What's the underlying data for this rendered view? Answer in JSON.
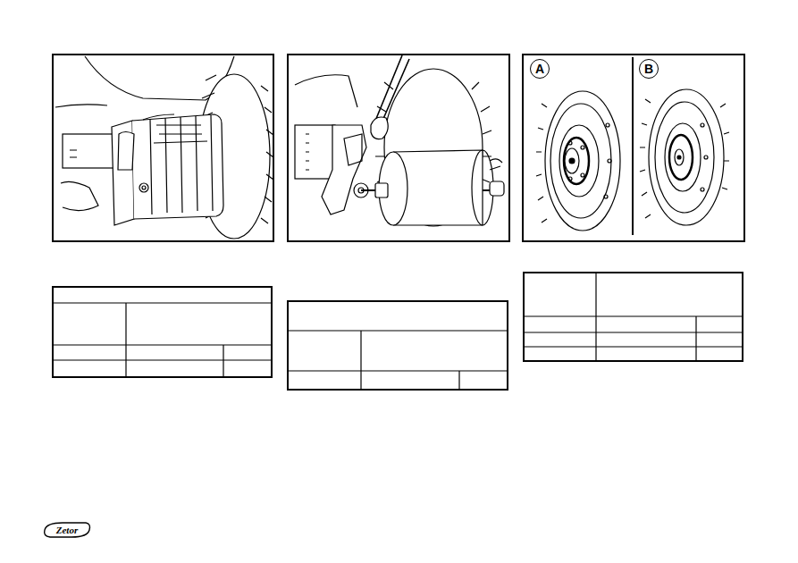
{
  "diagram": {
    "nodes": [
      {
        "text": [
          "A"
        ]
      },
      {
        "text": [
          "B"
        ]
      }
    ],
    "labels": [
      "Zetor"
    ]
  }
}
